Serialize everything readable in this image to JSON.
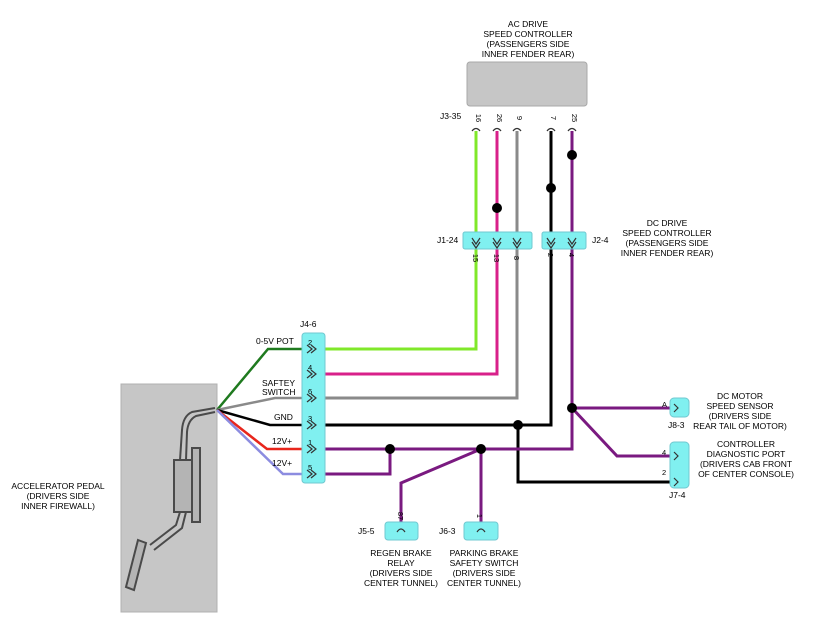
{
  "colors": {
    "background": "#ffffff",
    "module_gray": "#c6c6c6",
    "connector_cyan": "#80f0f0",
    "wire_green_light": "#80e82a",
    "wire_green_dark": "#1f7a1f",
    "wire_magenta": "#d8208a",
    "wire_gray": "#8a8a8a",
    "wire_black": "#000000",
    "wire_purple": "#7a1a80",
    "wire_red": "#e8261c",
    "wire_blue": "#8c8ce0"
  },
  "ac_controller": {
    "title_lines": [
      "AC DRIVE",
      "SPEED CONTROLLER",
      "(PASSENGERS SIDE",
      "INNER FENDER REAR)"
    ],
    "connector": "J3-35",
    "pins": [
      "16",
      "26",
      "9",
      "7",
      "25"
    ]
  },
  "dc_controller": {
    "title_lines": [
      "DC DRIVE",
      "SPEED CONTROLLER",
      "(PASSENGERS SIDE",
      "INNER FENDER REAR)"
    ]
  },
  "j1": {
    "label": "J1-24",
    "pins": [
      "15",
      "13",
      "8"
    ]
  },
  "j2": {
    "label": "J2-4",
    "pins": [
      "2",
      "4"
    ]
  },
  "j4": {
    "label": "J4-6",
    "pins": [
      "2",
      "4",
      "6",
      "3",
      "1",
      "5"
    ],
    "signals": [
      "0-5V POT",
      "SAFTEY",
      "SWITCH",
      "GND",
      "12V+",
      "12V+"
    ]
  },
  "pedal": {
    "lines": [
      "ACCELERATOR PEDAL",
      "(DRIVERS SIDE",
      "INNER FIREWALL)"
    ]
  },
  "j8": {
    "label": "J8-3",
    "pin": "A",
    "title_lines": [
      "DC MOTOR",
      "SPEED SENSOR",
      "(DRIVERS SIDE",
      "REAR TAIL OF MOTOR)"
    ]
  },
  "j7": {
    "label": "J7-4",
    "pins": [
      "4",
      "2"
    ],
    "title_lines": [
      "CONTROLLER",
      "DIAGNOSTIC PORT",
      "(DRIVERS CAB FRONT",
      "OF CENTER CONSOLE)"
    ]
  },
  "j5": {
    "label": "J5-5",
    "pin": "87",
    "title_lines": [
      "REGEN BRAKE",
      "RELAY",
      "(DRIVERS SIDE",
      "CENTER TUNNEL)"
    ]
  },
  "j6": {
    "label": "J6-3",
    "pin": "1",
    "title_lines": [
      "PARKING BRAKE",
      "SAFETY SWITCH",
      "(DRIVERS SIDE",
      "CENTER TUNNEL)"
    ]
  }
}
